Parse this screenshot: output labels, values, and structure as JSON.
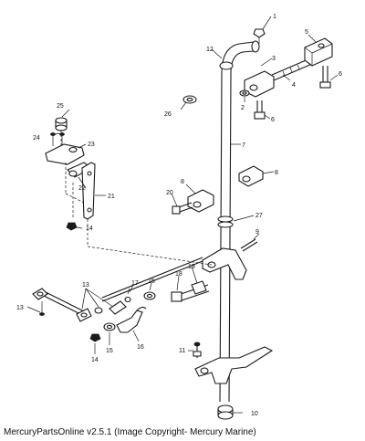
{
  "footer": "MercuryPartsOnline v2.5.1 (Image Copyright- Mercury Marine)",
  "part_numbers": {
    "p1": "1",
    "p2": "2",
    "p3": "3",
    "p4": "4",
    "p5": "5",
    "p6": "6",
    "p7": "7",
    "p8": "8",
    "p9": "9",
    "p10": "10",
    "p11": "11",
    "p12": "12",
    "p13": "13",
    "p14": "14",
    "p15": "15",
    "p16": "16",
    "p17": "17",
    "p18": "18",
    "p19": "19",
    "p20": "20",
    "p21": "21",
    "p22": "22",
    "p23": "23",
    "p24": "24",
    "p25": "25",
    "p26": "26",
    "p27": "27"
  }
}
